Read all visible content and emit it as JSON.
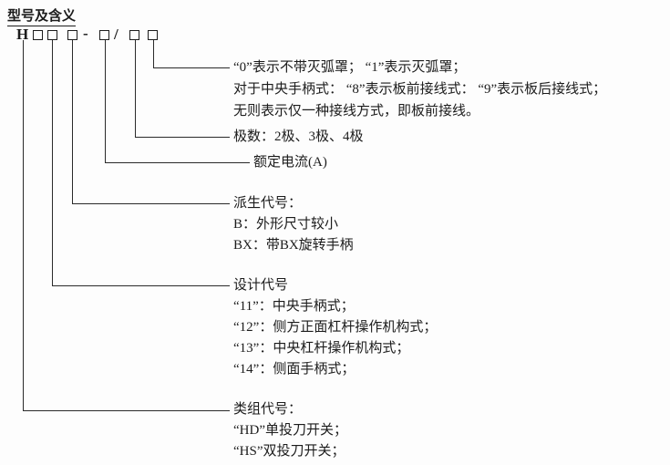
{
  "page": {
    "title": "型号及含义"
  },
  "model_code": {
    "prefix": "H",
    "dash": "-",
    "slash": "/",
    "box_symbol": "□"
  },
  "explanations": {
    "arc_cover": {
      "lines": [
        "“0”表示不带灭弧罩； “1”表示灭弧罩；",
        "对于中央手柄式： “8”表示板前接线式： “9”表示板后接线式；",
        "无则表示仅一种接线方式，即板前接线。"
      ]
    },
    "poles": {
      "text": "极数：2极、3极、4极"
    },
    "rated_current": {
      "text": "额定电流(A)"
    },
    "derived_code": {
      "lines": [
        "派生代号：",
        "B：外形尺寸较小",
        "BX：带BX旋转手柄"
      ]
    },
    "design_code": {
      "lines": [
        "设计代号",
        "“11”：中央手柄式；",
        "“12”：侧方正面杠杆操作机构式；",
        "“13”：中央杠杆操作机构式；",
        "“14”：侧面手柄式；"
      ]
    },
    "category_code": {
      "lines": [
        "类组代号：",
        "“HD”单投刀开关；",
        "“HS”双投刀开关；"
      ]
    }
  }
}
